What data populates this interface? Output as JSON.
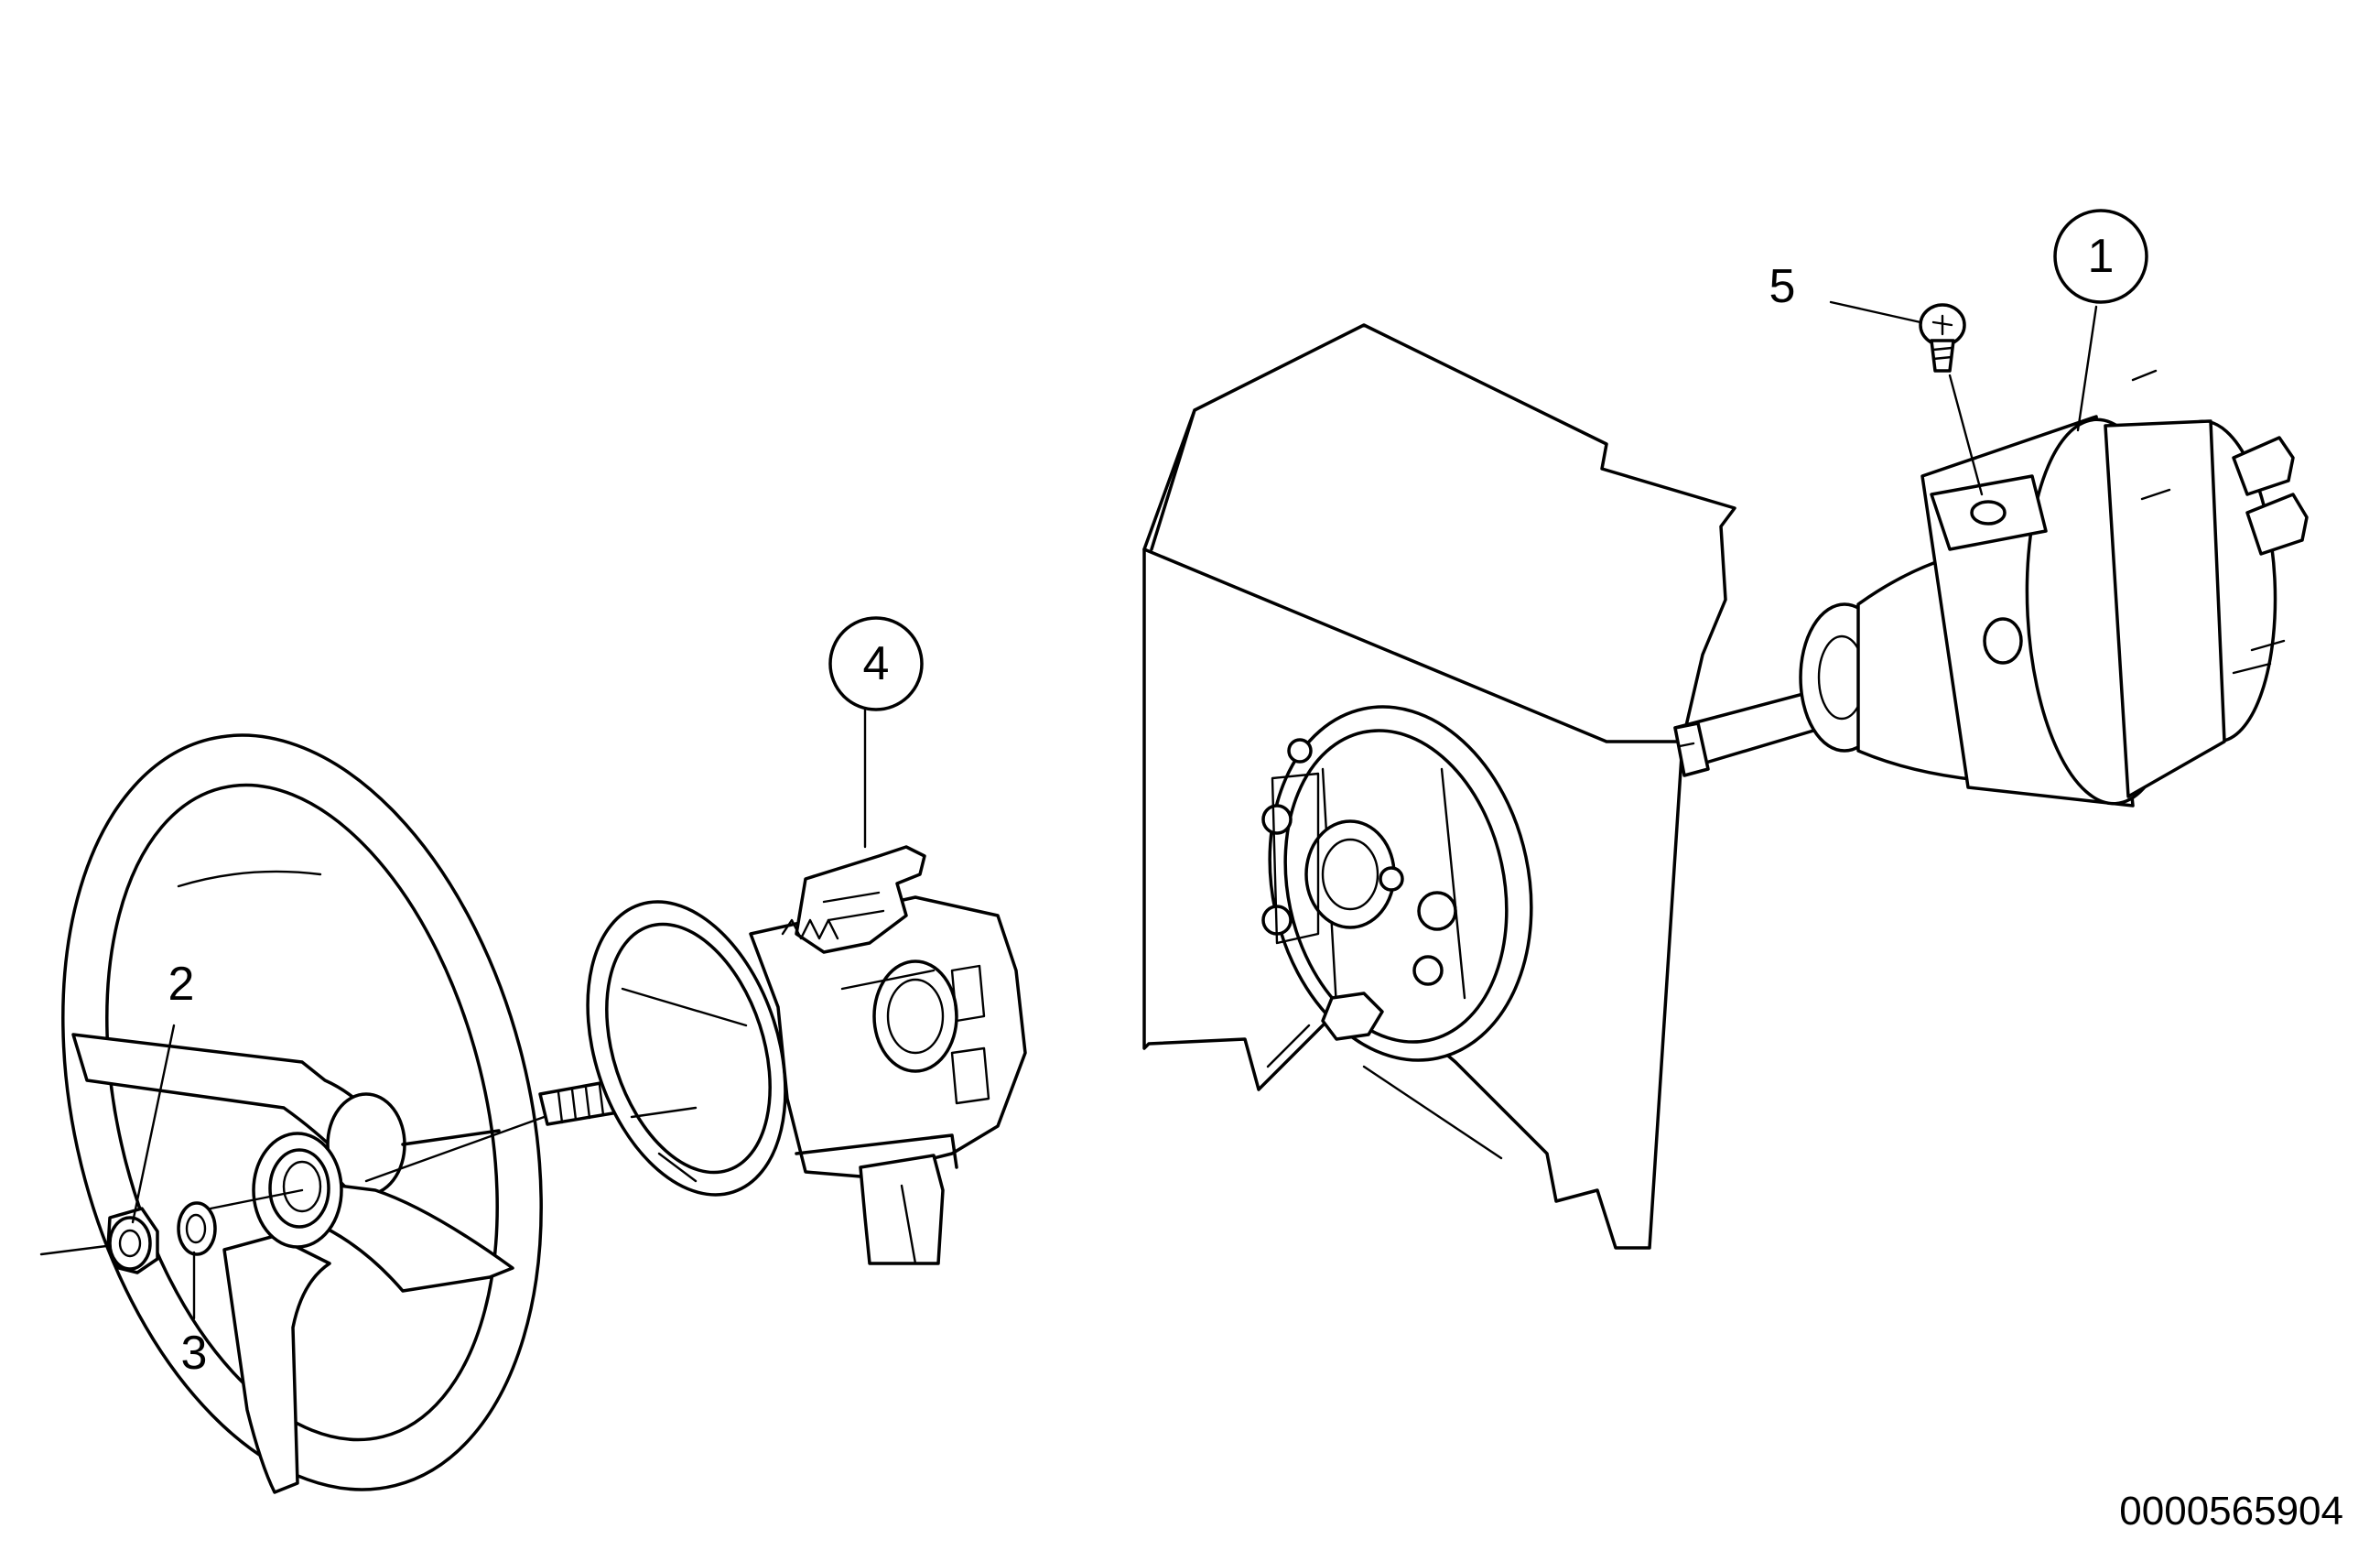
{
  "callouts": [
    {
      "id": "1",
      "text": "1",
      "circled": true
    },
    {
      "id": "2",
      "text": "2",
      "circled": false
    },
    {
      "id": "3",
      "text": "3",
      "circled": false
    },
    {
      "id": "4",
      "text": "4",
      "circled": true
    },
    {
      "id": "5",
      "text": "5",
      "circled": false
    }
  ],
  "drawing_number": "0000565904",
  "colors": {
    "line": "#000000",
    "background": "#ffffff"
  }
}
